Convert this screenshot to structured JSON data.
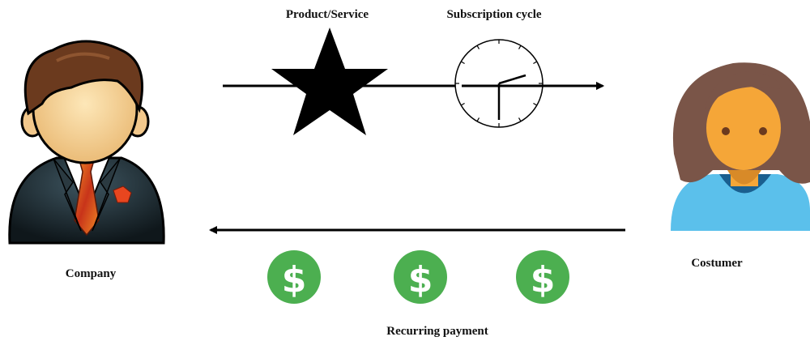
{
  "labels": {
    "product_service": "Product/Service",
    "subscription_cycle": "Subscription cycle",
    "company": "Company",
    "costumer": "Costumer",
    "recurring_payment": "Recurring payment"
  },
  "payment_symbol": "$",
  "icons": {
    "company": "businessman-icon",
    "customer": "woman-icon",
    "product": "star-icon",
    "cycle": "clock-icon",
    "payment": "dollar-coin-icon"
  },
  "colors": {
    "coin": "#4caf50",
    "customer_hair": "#7a5548",
    "customer_skin": "#f5a638",
    "customer_shirt": "#5bc0eb",
    "company_suit": "#1f2a30",
    "company_tie": "#d9481c"
  }
}
